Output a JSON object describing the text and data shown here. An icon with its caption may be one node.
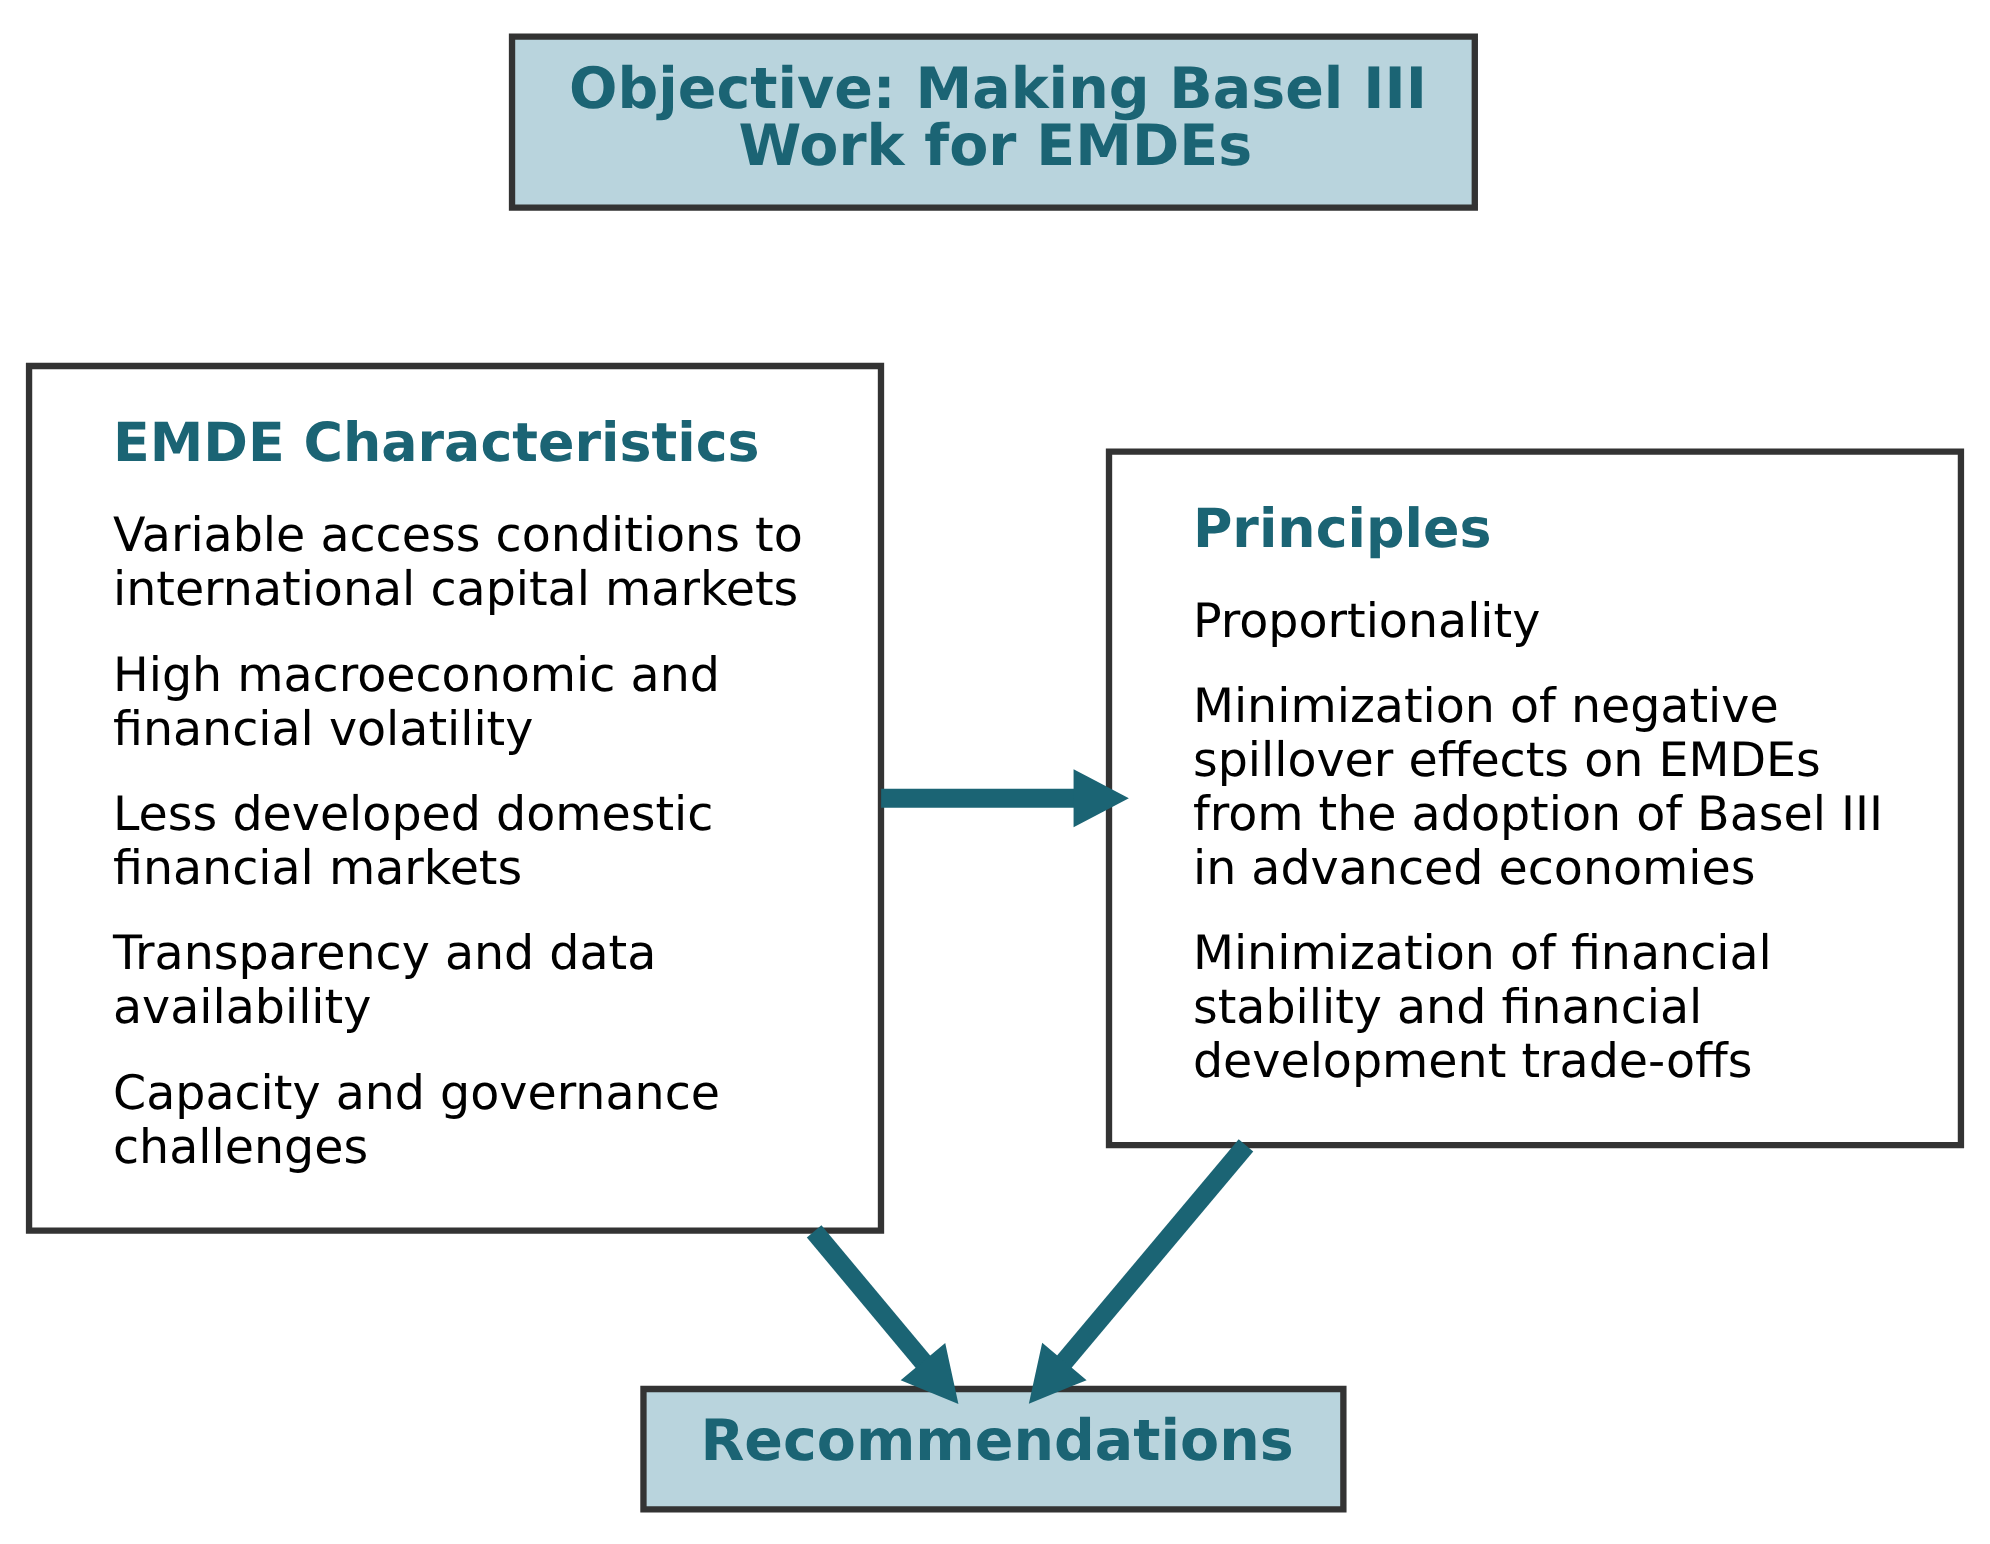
{
  "diagram": {
    "nodes": [
      {
        "text": [
          "Objective: Making Basel III Work for EMDEs"
        ]
      },
      {
        "text": [
          "EMDE Characteristics",
          "Variable access conditions to international capital markets",
          "High macroeconomic and financial volatility",
          "Less developed domestic financial markets",
          "Transparency and data availability",
          "Capacity and governance challenges"
        ]
      },
      {
        "text": [
          "Principles",
          "Proportionality",
          "Minimization of negative spillover effects on EMDEs from the adoption of Basel III in advanced economies",
          "Minimization of financial stability and financial development trade-offs"
        ]
      },
      {
        "text": [
          "Recommendations"
        ]
      }
    ],
    "edges": [
      {
        "from": 1,
        "to": 2,
        "arrow": "to"
      },
      {
        "from": 1,
        "to": 3,
        "arrow": "to"
      },
      {
        "from": 2,
        "to": 3,
        "arrow": "to"
      }
    ]
  }
}
